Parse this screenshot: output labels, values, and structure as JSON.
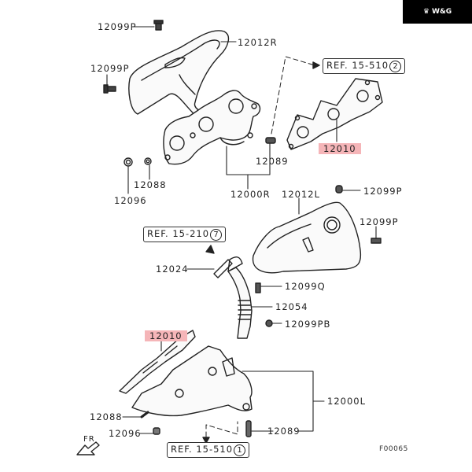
{
  "brand": {
    "logo_label": "W&G",
    "logo_icon": "crown-icon"
  },
  "labels": {
    "p12099P_top": "12099P",
    "p12012R": "12012R",
    "p12099P_left": "12099P",
    "p12010_top": "12010",
    "p12089_top": "12089",
    "p12088_top": "12088",
    "p12096_top": "12096",
    "p12000R": "12000R",
    "p12012L": "12012L",
    "p12099P_right1": "12099P",
    "p12099P_right2": "12099P",
    "p12024": "12024",
    "p12099Q": "12099Q",
    "p12054": "12054",
    "p12099PB": "12099PB",
    "p12010_bottom": "12010",
    "p12088_bottom": "12088",
    "p12096_bottom": "12096",
    "p12000L": "12000L",
    "p12089_bottom": "12089"
  },
  "refs": {
    "ref_top": {
      "text": "REF. 15-510",
      "num": "2"
    },
    "ref_mid": {
      "text": "REF. 15-210",
      "num": "7"
    },
    "ref_bottom": {
      "text": "REF. 15-510",
      "num": "1"
    }
  },
  "front_marker": "FR",
  "figure_code": "F00065",
  "colors": {
    "highlight": "#f5b5b8",
    "line": "#222222"
  }
}
